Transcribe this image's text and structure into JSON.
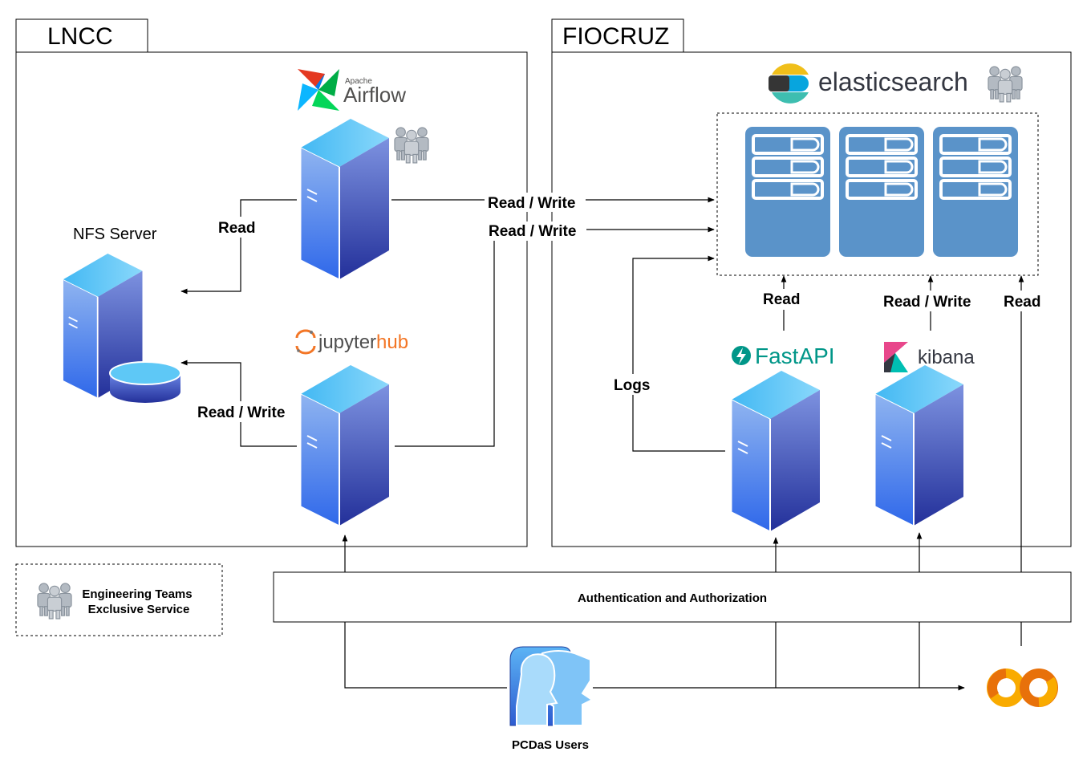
{
  "zones": {
    "lncc": "LNCC",
    "fiocruz": "FIOCRUZ"
  },
  "services": {
    "airflow_small": "Apache",
    "airflow_big": "Airflow",
    "jupyter_a": "jupyter",
    "jupyter_b": "hub",
    "elasticsearch": "elasticsearch",
    "fastapi": "FastAPI",
    "kibana": "kibana"
  },
  "nodes": {
    "nfs_server": "NFS Server",
    "pcdas_users": "PCDaS Users"
  },
  "edges": {
    "airflow_nfs": "Read",
    "jupyter_nfs": "Read / Write",
    "airflow_es": "Read / Write",
    "jupyter_es": "Read / Write",
    "fastapi_logs": "Logs",
    "fastapi_es": "Read",
    "kibana_es": "Read / Write",
    "colab_es": "Read"
  },
  "auth_bar": "Authentication and Authorization",
  "legend": {
    "line1": "Engineering Teams",
    "line2": "Exclusive Service"
  },
  "colors": {
    "server_top": "#5ec8f6",
    "server_front": "#3f6fe4",
    "server_side": "#2c3fa8",
    "elastic_panel": "#5a93c9",
    "group_icon": "#9aa3ad",
    "colab_orange": "#e8710a",
    "colab_yellow": "#f9ab00",
    "fastapi_teal": "#009688",
    "kibana_pink": "#e8478b",
    "kibana_teal": "#00bfb3"
  }
}
